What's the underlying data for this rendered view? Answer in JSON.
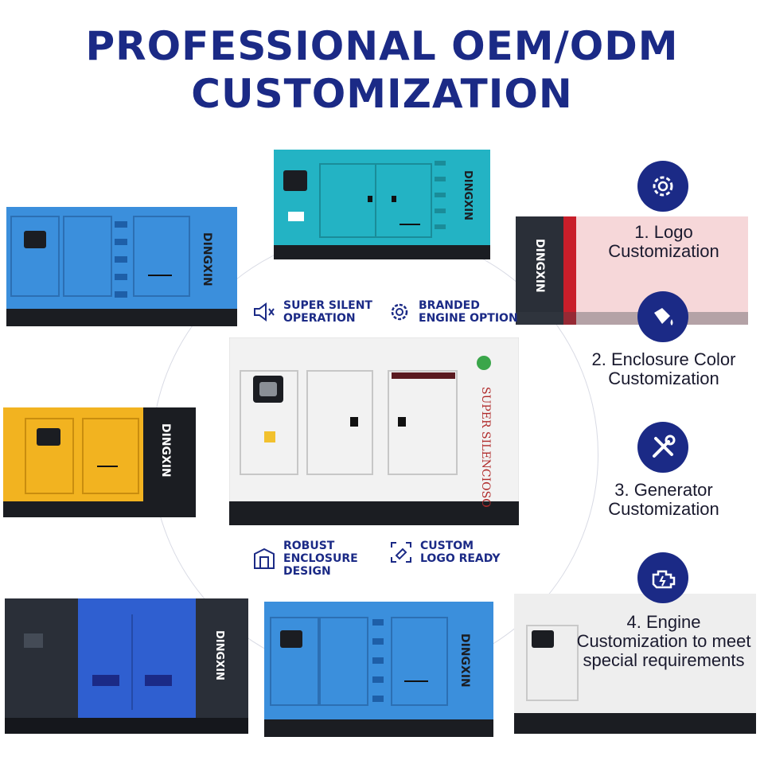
{
  "title": {
    "line1": "PROFESSIONAL OEM/ODM",
    "line2": "CUSTOMIZATION"
  },
  "features": {
    "silent": "SUPER SILENT\nOPERATION",
    "branded": "BRANDED\nENGINE OPTION",
    "robust": "ROBUST\nENCLOSURE\nDESIGN",
    "logo": "CUSTOM\nLOGO READY"
  },
  "steps": [
    {
      "label": "1. Logo\nCustomization",
      "icon": "gear-icon"
    },
    {
      "label": "2. Enclosure Color\nCustomization",
      "icon": "paint-bucket-icon"
    },
    {
      "label": "3. Generator\nCustomization",
      "icon": "tools-icon"
    },
    {
      "label": "4. Engine\nCustomization to meet\nspecial requirements",
      "icon": "engine-icon"
    }
  ],
  "brand": "DINGXIN",
  "center_brand": "SUPER SILENCIOSO",
  "colors": {
    "navy": "#1b2a86",
    "teal": "#23b3c4",
    "blue": "#3b8fdc",
    "yellow": "#f2b320",
    "royal": "#2f5fd0",
    "dark": "#2a2f38",
    "red": "#c81e2a",
    "white": "#f2f2f2"
  }
}
